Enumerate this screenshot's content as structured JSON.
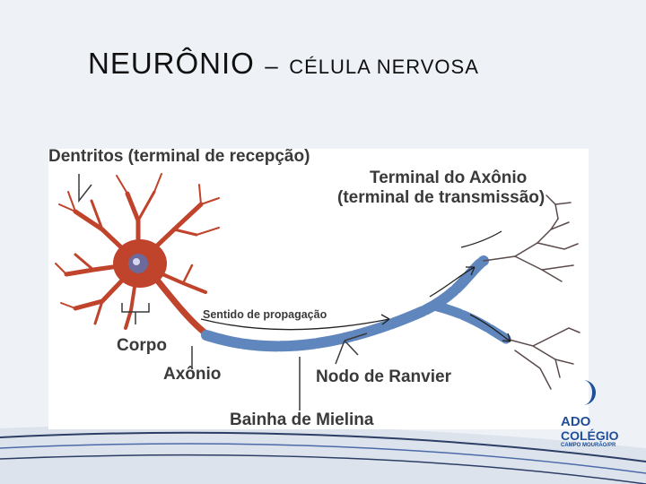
{
  "slide": {
    "title_main": "NEURÔNIO",
    "title_separator": "–",
    "title_sub": "CÉLULA NERVOSA"
  },
  "diagram": {
    "labels": {
      "dendrites": "Dentritos (terminal de recepção)",
      "axon_terminal_line1": "Terminal do Axônio",
      "axon_terminal_line2": "(terminal de transmissão)",
      "propagation": "Sentido de propagação",
      "body": "Corpo",
      "axon": "Axônio",
      "node": "Nodo de Ranvier",
      "myelin": "Bainha de Mielina"
    }
  },
  "logo": {
    "word_partial": "ADO",
    "word_main": "COLÉGIO",
    "place": "CAMPO MOURÃO/PR"
  },
  "colors": {
    "neuron": "#c0432b",
    "myelin": "#6f94c6",
    "brand": "#1f4f9a",
    "background": "#eef1f6"
  }
}
